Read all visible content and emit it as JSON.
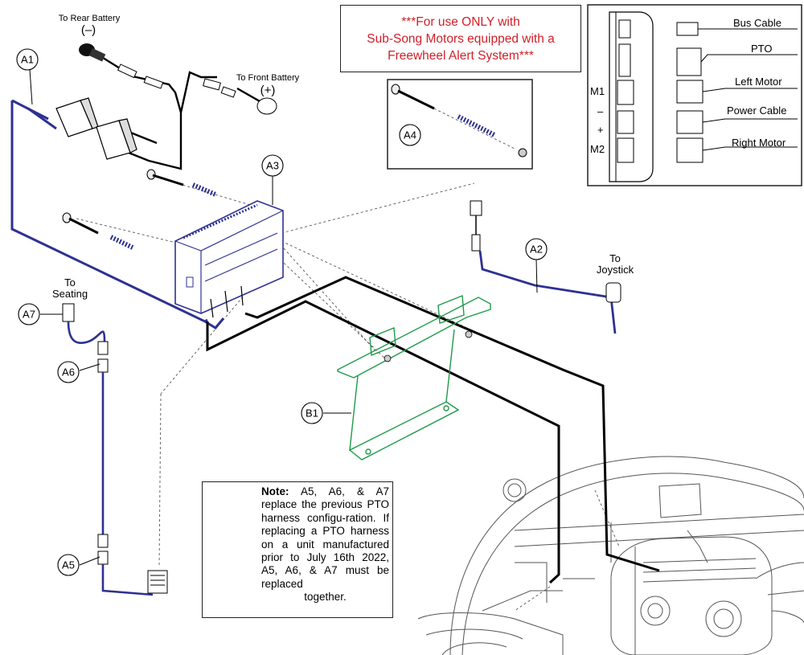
{
  "warning": {
    "lines": [
      "***For use ONLY with",
      "Sub-Song Motors equipped with a",
      "Freewheel Alert System***"
    ]
  },
  "labels": {
    "rear_battery": "To Rear Battery",
    "rear_battery_sign": "(–)",
    "front_battery": "To Front Battery",
    "front_battery_sign": "(+)",
    "to_seating_1": "To",
    "to_seating_2": "Seating",
    "to_joystick_1": "To",
    "to_joystick_2": "Joystick"
  },
  "callouts": {
    "a1": "A1",
    "a2": "A2",
    "a3": "A3",
    "a4": "A4",
    "a5": "A5",
    "a6": "A6",
    "a7": "A7",
    "b1": "B1"
  },
  "inset": {
    "bus_cable": "Bus Cable",
    "pto": "PTO",
    "left_motor": "Left Motor",
    "power_cable": "Power Cable",
    "right_motor": "Right Motor",
    "m1": "M1",
    "minus": "–",
    "plus": "+",
    "m2": "M2"
  },
  "note": {
    "heading": "Note:",
    "body": "A5, A6, & A7 replace the previous PTO harness configu-ration. If replacing a PTO harness on a unit manufactured prior to July 16th 2022, A5, A6, & A7 must be replaced",
    "last": "together."
  },
  "colors": {
    "harness_blue": "#2e3192",
    "bracket_green": "#1f9a4a",
    "cable_black": "#000000",
    "warning_red": "#d0202a"
  }
}
